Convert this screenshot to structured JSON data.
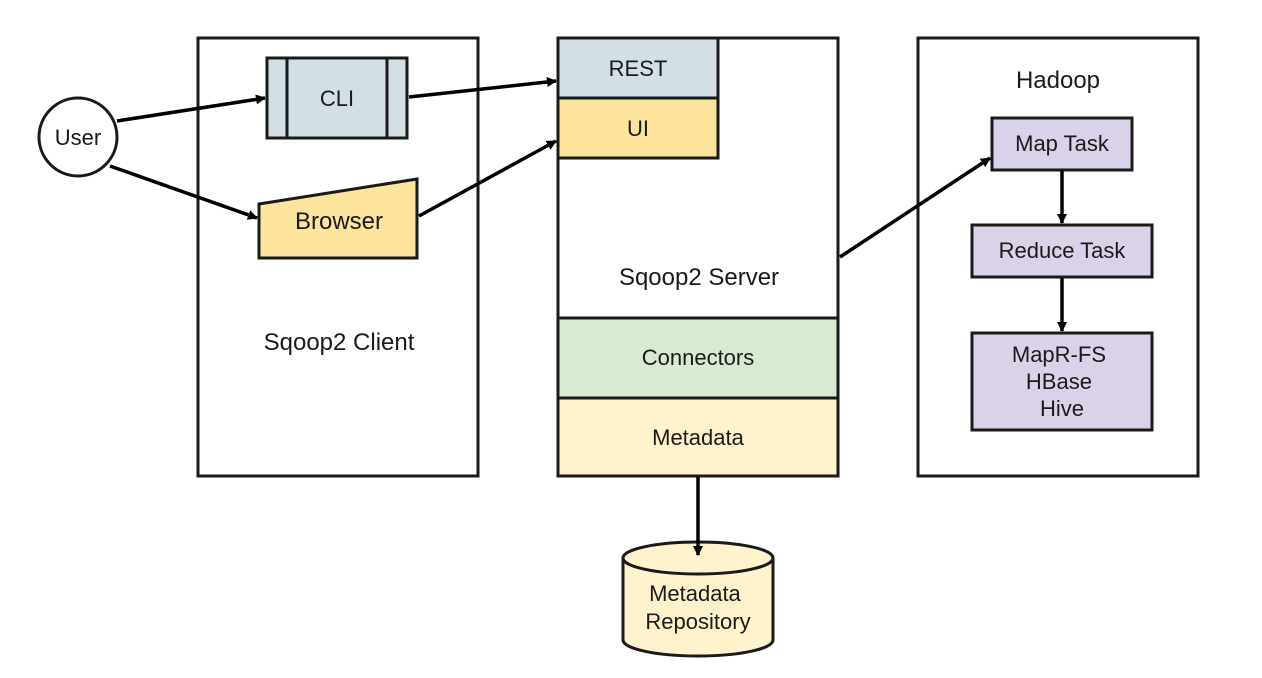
{
  "user": {
    "label": "User"
  },
  "client": {
    "label": "Sqoop2 Client",
    "cli": {
      "label": "CLI"
    },
    "browser": {
      "label": "Browser"
    }
  },
  "server": {
    "label": "Sqoop2 Server",
    "rest": {
      "label": "REST"
    },
    "ui": {
      "label": "UI"
    },
    "connectors": {
      "label": "Connectors"
    },
    "metadata": {
      "label": "Metadata"
    }
  },
  "repository": {
    "lines": [
      "Metadata",
      "Repository"
    ]
  },
  "hadoop": {
    "label": "Hadoop",
    "map_task": {
      "label": "Map Task"
    },
    "reduce_task": {
      "label": "Reduce Task"
    },
    "storage": {
      "lines": [
        "MapR-FS",
        "HBase",
        "Hive"
      ]
    }
  },
  "colors": {
    "cli_fill": "#d2e0e6",
    "rest_fill": "#d2e0e6",
    "yellow_fill": "#fce49c",
    "connectors_fill": "#d9ead3",
    "metadata_fill": "#fff2cc",
    "repository_fill": "#fff2cc",
    "hadoop_task_fill": "#d9d2e9",
    "outline": "#1a1a1a"
  }
}
